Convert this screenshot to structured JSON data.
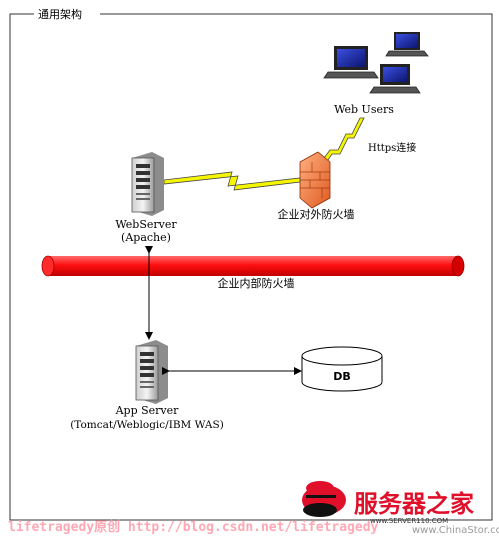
{
  "frame": {
    "title": "通用架构"
  },
  "nodes": {
    "web_users": {
      "label": "Web Users"
    },
    "https_link": {
      "label": "Https连接"
    },
    "web_server": {
      "name": "WebServer",
      "detail": "(Apache)"
    },
    "outer_firewall": {
      "label": "企业对外防火墙"
    },
    "inner_firewall": {
      "label": "企业内部防火墙"
    },
    "app_server": {
      "name": "App Server",
      "detail": "(Tomcat/Weblogic/IBM WAS)"
    },
    "db": {
      "label": "DB"
    }
  },
  "watermarks": {
    "left": "lifetragedy原创 http://blog.csdn.net/lifetragedy",
    "brand": "服务器之家",
    "brand_sub": "www.SERVER110.COM",
    "site": "www.ChinaStor.com"
  },
  "colors": {
    "firewall_red": "#ff1a1a",
    "lightning_yellow": "#f5f500",
    "watermark_red": "#e0102a",
    "monitor_blue": "#1d2aa8"
  }
}
